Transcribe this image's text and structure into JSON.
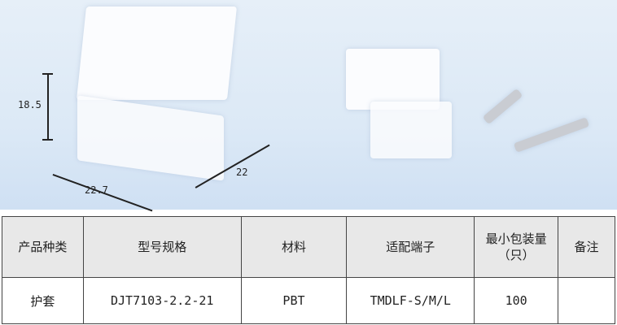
{
  "dimensions": {
    "height": "18.5",
    "width": "22.7",
    "depth": "22"
  },
  "table": {
    "headers": [
      "产品种类",
      "型号规格",
      "材料",
      "适配端子",
      "最小包装量（只）",
      "备注"
    ],
    "row": [
      "护套",
      "DJT7103-2.2-21",
      "PBT",
      "TMDLF-S/M/L",
      "100",
      ""
    ]
  }
}
